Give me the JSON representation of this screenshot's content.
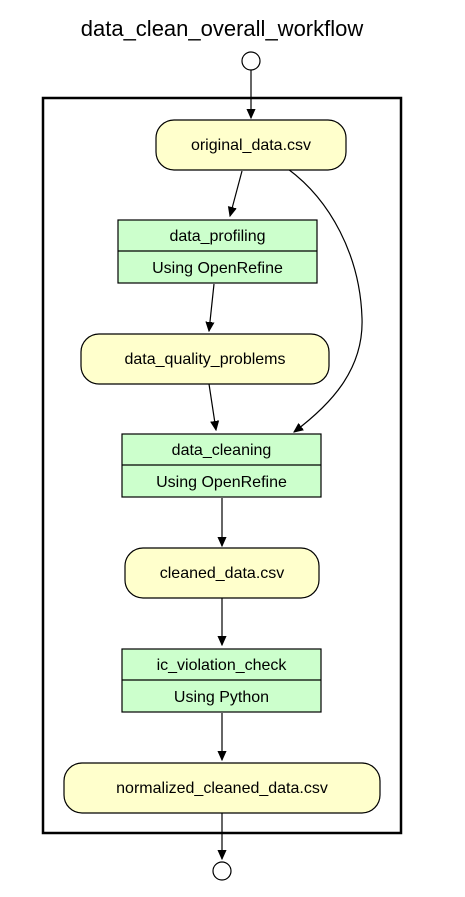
{
  "title": "data_clean_overall_workflow",
  "colors": {
    "data_fill": "#ffffcc",
    "process_fill": "#ccffcc",
    "stroke": "#000000",
    "background": "#ffffff"
  },
  "nodes": {
    "original_data": {
      "label": "original_data.csv",
      "kind": "data"
    },
    "data_profiling": {
      "name": "data_profiling",
      "tool": "Using OpenRefine",
      "kind": "process"
    },
    "data_quality_problems": {
      "label": "data_quality_problems",
      "kind": "data"
    },
    "data_cleaning": {
      "name": "data_cleaning",
      "tool": "Using OpenRefine",
      "kind": "process"
    },
    "cleaned_data": {
      "label": "cleaned_data.csv",
      "kind": "data"
    },
    "ic_violation_check": {
      "name": "ic_violation_check",
      "tool": "Using Python",
      "kind": "process"
    },
    "normalized_cleaned_data": {
      "label": "normalized_cleaned_data.csv",
      "kind": "data"
    }
  },
  "edges": [
    {
      "from": "start",
      "to": "original_data"
    },
    {
      "from": "original_data",
      "to": "data_profiling"
    },
    {
      "from": "original_data",
      "to": "data_cleaning"
    },
    {
      "from": "data_profiling",
      "to": "data_quality_problems"
    },
    {
      "from": "data_quality_problems",
      "to": "data_cleaning"
    },
    {
      "from": "data_cleaning",
      "to": "cleaned_data"
    },
    {
      "from": "cleaned_data",
      "to": "ic_violation_check"
    },
    {
      "from": "ic_violation_check",
      "to": "normalized_cleaned_data"
    },
    {
      "from": "normalized_cleaned_data",
      "to": "end"
    }
  ]
}
